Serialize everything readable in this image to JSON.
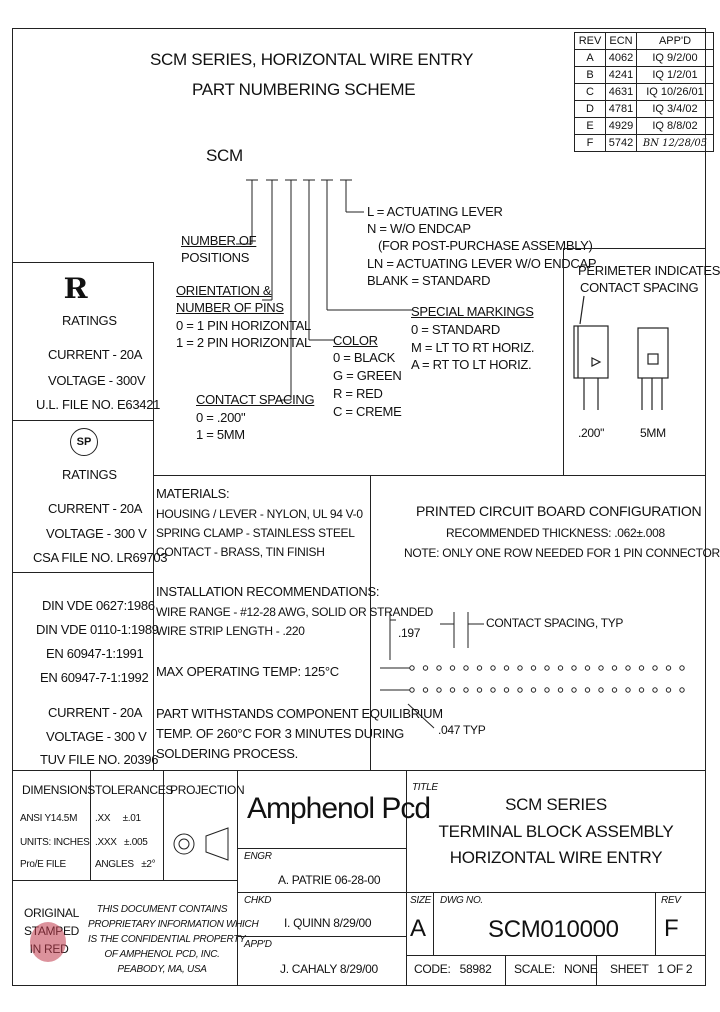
{
  "header": {
    "title1": "SCM SERIES, HORIZONTAL WIRE ENTRY",
    "title2": "PART NUMBERING SCHEME",
    "prefix": "SCM"
  },
  "revisions": {
    "headers": [
      "REV",
      "ECN",
      "APP'D"
    ],
    "rows": [
      [
        "A",
        "4062",
        "IQ 9/2/00"
      ],
      [
        "B",
        "4241",
        "IQ 1/2/01"
      ],
      [
        "C",
        "4631",
        "IQ 10/26/01"
      ],
      [
        "D",
        "4781",
        "IQ 3/4/02"
      ],
      [
        "E",
        "4929",
        "IQ 8/8/02"
      ],
      [
        "F",
        "5742",
        "BN 12/28/05"
      ]
    ]
  },
  "scheme": {
    "lever_lines": [
      "L = ACTUATING LEVER",
      "N = W/O ENDCAP",
      "(FOR POST-PURCHASE ASSEMBLY)",
      "LN = ACTUATING LEVER W/O ENDCAP",
      "BLANK = STANDARD"
    ],
    "positions": [
      "NUMBER OF",
      "POSITIONS"
    ],
    "orientation_title": [
      "ORIENTATION &",
      "NUMBER OF PINS"
    ],
    "orientation_lines": [
      "0 = 1 PIN HORIZONTAL",
      "1 = 2 PIN HORIZONTAL"
    ],
    "special_title": "SPECIAL MARKINGS",
    "special_lines": [
      "0  = STANDARD",
      "M = LT TO RT HORIZ.",
      "A  = RT TO LT HORIZ."
    ],
    "color_title": "COLOR",
    "color_lines": [
      "0 = BLACK",
      "G = GREEN",
      "R = RED",
      "C = CREME"
    ],
    "spacing_title": "CONTACT SPACING",
    "spacing_lines": [
      "0 = .200\"",
      "1 = 5MM"
    ]
  },
  "perimeter": {
    "lines": [
      "PERIMETER INDICATES",
      "CONTACT SPACING"
    ],
    "label1": ".200\"",
    "label2": "5MM"
  },
  "ul": {
    "logo": "Я",
    "ratings": "RATINGS",
    "lines": [
      "CURRENT - 20A",
      "VOLTAGE - 300V",
      "U.L. FILE NO. E63421"
    ]
  },
  "csa": {
    "logo": "SP",
    "ratings": "RATINGS",
    "lines": [
      "CURRENT - 20A",
      "VOLTAGE - 300 V",
      "CSA FILE NO. LR69703"
    ]
  },
  "vde": {
    "lines": [
      "DIN VDE 0627:1986",
      "DIN VDE 0110-1:1989",
      "EN 60947-1:1991",
      "EN 60947-7-1:1992"
    ],
    "current": "CURRENT - 20A",
    "voltage": "VOLTAGE - 300 V",
    "tuv": "TUV FILE NO. 20396"
  },
  "materials": {
    "title": "MATERIALS:",
    "lines": [
      "HOUSING / LEVER - NYLON, UL 94 V-0",
      "SPRING CLAMP - STAINLESS STEEL",
      "CONTACT - BRASS, TIN FINISH"
    ],
    "install_title": "INSTALLATION RECOMMENDATIONS:",
    "install_lines": [
      "WIRE RANGE - #12-28 AWG, SOLID OR STRANDED",
      "WIRE STRIP LENGTH - .220"
    ],
    "temp": "MAX OPERATING TEMP: 125°C",
    "equil": [
      "PART WITHSTANDS COMPONENT EQUILIBRIUM",
      "TEMP. OF 260°C FOR 3 MINUTES DURING",
      "SOLDERING PROCESS."
    ]
  },
  "pcb": {
    "title": "PRINTED CIRCUIT BOARD CONFIGURATION",
    "thickness": "RECOMMENDED THICKNESS: .062±.008",
    "note": "NOTE: ONLY ONE ROW NEEDED FOR 1 PIN CONNECTORS",
    "dim": ".197",
    "spacing": "CONTACT SPACING, TYP",
    "hole": ".047 TYP"
  },
  "title_block": {
    "dimensions": "DIMENSIONS",
    "tolerances": "TOLERANCES",
    "projection": "PROJECTION",
    "ansi": "ANSI Y14.5M",
    "units": "UNITS: INCHES",
    "proe": "Pro/E FILE",
    "tol1": ".XX     ±.01",
    "tol2": ".XXX   ±.005",
    "tol3": "ANGLES   ±2°",
    "company": "Amphenol  Pcd",
    "engr_label": "ENGR",
    "engr": "A. PATRIE 06-28-00",
    "chkd_label": "CHKD",
    "chkd": "I. QUINN 8/29/00",
    "appd_label": "APP'D",
    "appd": "J. CAHALY 8/29/00",
    "stamp": [
      "ORIGINAL",
      "STAMPED",
      "IN RED"
    ],
    "proprietary": [
      "THIS DOCUMENT CONTAINS",
      "PROPRIETARY INFORMATION WHICH",
      "IS THE CONFIDENTIAL PROPERTY",
      "OF AMPHENOL PCD, INC.",
      "PEABODY, MA, USA"
    ],
    "title_label": "TITLE",
    "title_lines": [
      "SCM SERIES",
      "TERMINAL BLOCK ASSEMBLY",
      "HORIZONTAL WIRE ENTRY"
    ],
    "size_label": "SIZE",
    "size": "A",
    "dwg_label": "DWG NO.",
    "dwg": "SCM010000",
    "rev_label": "REV",
    "rev": "F",
    "code": "CODE:   58982",
    "scale": "SCALE:   NONE",
    "sheet": "SHEET   1 OF 2"
  }
}
